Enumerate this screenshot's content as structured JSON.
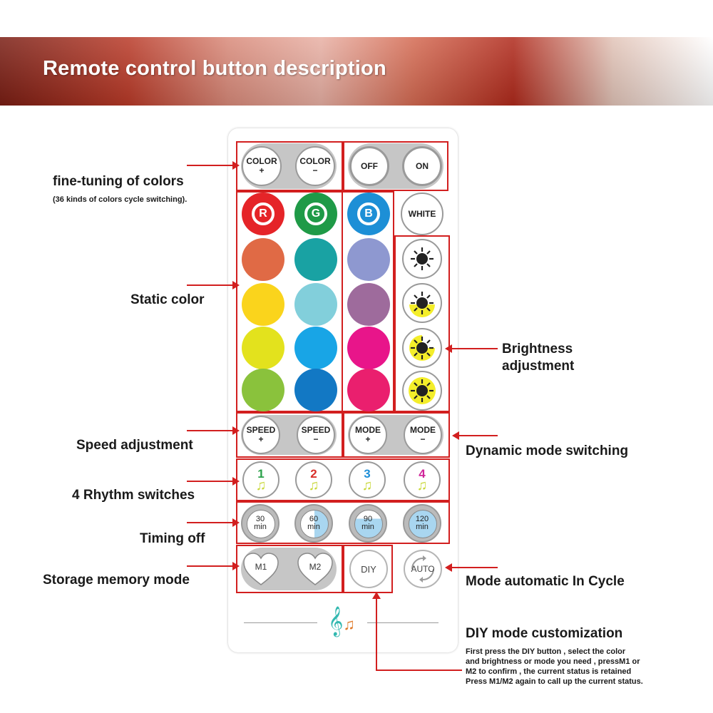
{
  "header": {
    "title": "Remote control button description"
  },
  "remote": {
    "color_plus": {
      "top": "COLOR",
      "sub": "+"
    },
    "color_minus": {
      "top": "COLOR",
      "sub": "−"
    },
    "off": "OFF",
    "on": "ON",
    "r": "R",
    "g": "G",
    "b": "B",
    "white": "WHITE",
    "static_colors": [
      "#e06a45",
      "#19a2a3",
      "#8e98d0",
      "#fad41c",
      "#82cfdb",
      "#9e6b9c",
      "#e3e21d",
      "#18a5e6",
      "#e8158a",
      "#8ac23c",
      "#1278c4",
      "#ea1f6e"
    ],
    "speed_plus": {
      "top": "SPEED",
      "sub": "+"
    },
    "speed_minus": {
      "top": "SPEED",
      "sub": "−"
    },
    "mode_plus": {
      "top": "MODE",
      "sub": "+"
    },
    "mode_minus": {
      "top": "MODE",
      "sub": "−"
    },
    "rhythm": [
      {
        "num": "1",
        "color": "#2aa14a"
      },
      {
        "num": "2",
        "color": "#d8302a"
      },
      {
        "num": "3",
        "color": "#1f8fd8"
      },
      {
        "num": "4",
        "color": "#d0269a"
      }
    ],
    "timers": [
      {
        "num": "30",
        "unit": "min"
      },
      {
        "num": "60",
        "unit": "min"
      },
      {
        "num": "90",
        "unit": "min"
      },
      {
        "num": "120",
        "unit": "min"
      }
    ],
    "m1": "M1",
    "m2": "M2",
    "diy": "DIY",
    "auto": "AUTO"
  },
  "labels": {
    "fine_tuning": "fine-tuning of colors",
    "fine_tuning_sub": "(36 kinds of colors cycle switching).",
    "static_color": "Static color",
    "brightness_1": "Brightness",
    "brightness_2": "adjustment",
    "speed": "Speed adjustment",
    "dynamic_mode": "Dynamic mode switching",
    "rhythm": "4 Rhythm switches",
    "timing": "Timing off",
    "storage": "Storage memory mode",
    "auto_cycle": "Mode automatic  In  Cycle",
    "diy_title": "DIY mode customization",
    "diy_desc_1": "First press the DIY button , select  the color",
    "diy_desc_2": "and brightness or mode you need , pressM1 or",
    "diy_desc_3": "M2 to confirm , the current status is retained",
    "diy_desc_4": "Press M1/M2 again to call up the current status."
  },
  "colors": {
    "accent": "#d21f1f"
  }
}
